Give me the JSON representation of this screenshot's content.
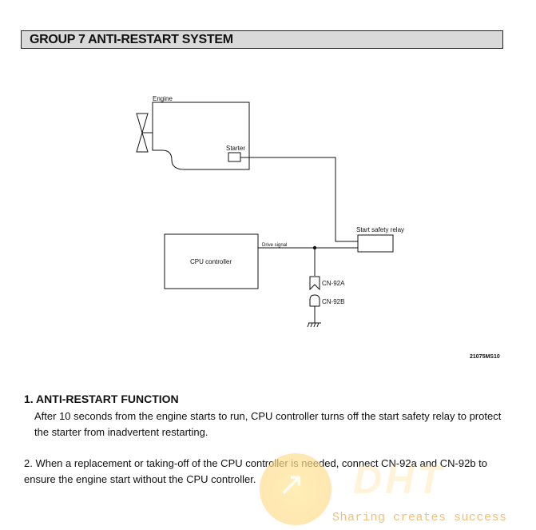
{
  "header": {
    "title": "GROUP  7  ANTI-RESTART SYSTEM"
  },
  "diagram": {
    "engine": "Engine",
    "starter": "Starter",
    "relay": "Start safety relay",
    "drive_signal": "Drive signal",
    "cpu": "CPU controller",
    "cn92a": "CN-92A",
    "cn92b": "CN-92B",
    "figure_id": "21075MS10"
  },
  "content": {
    "heading": "1. ANTI-RESTART FUNCTION",
    "para1": "After 10 seconds from the engine starts to run, CPU controller turns off the start safety relay to protect the starter from inadvertent restarting.",
    "item2": "2. When a replacement or taking-off of the CPU controller is needed, connect CN-92a and CN-92b to ensure the engine start without the CPU controller."
  },
  "watermark": {
    "logo": "DHT",
    "tagline": "Sharing creates success"
  }
}
